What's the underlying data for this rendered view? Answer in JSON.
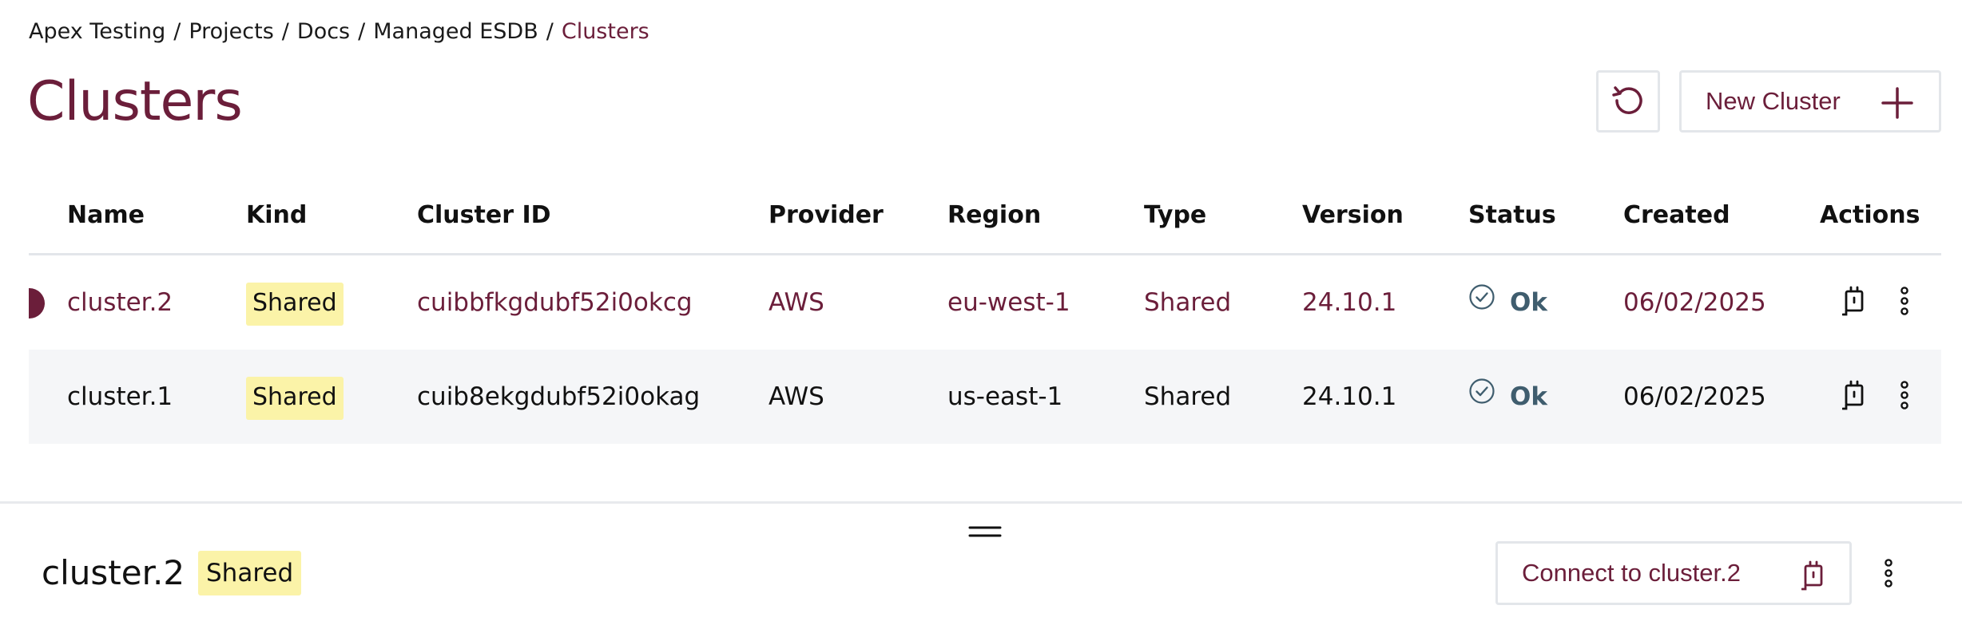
{
  "breadcrumb": {
    "items": [
      "Apex Testing",
      "Projects",
      "Docs",
      "Managed ESDB"
    ],
    "current": "Clusters",
    "separator": "/"
  },
  "header": {
    "title": "Clusters",
    "refresh_icon": "refresh-icon",
    "new_cluster_label": "New Cluster",
    "new_cluster_icon": "plus-icon"
  },
  "table": {
    "columns": [
      "Name",
      "Kind",
      "Cluster ID",
      "Provider",
      "Region",
      "Type",
      "Version",
      "Status",
      "Created",
      "Actions"
    ],
    "rows": [
      {
        "name": "cluster.2",
        "kind": "Shared",
        "cluster_id": "cuibbfkgdubf52i0okcg",
        "provider": "AWS",
        "region": "eu-west-1",
        "type": "Shared",
        "version": "24.10.1",
        "status": "Ok",
        "created": "06/02/2025",
        "selected": true
      },
      {
        "name": "cluster.1",
        "kind": "Shared",
        "cluster_id": "cuib8ekgdubf52i0okag",
        "provider": "AWS",
        "region": "us-east-1",
        "type": "Shared",
        "version": "24.10.1",
        "status": "Ok",
        "created": "06/02/2025",
        "selected": false
      }
    ]
  },
  "panel": {
    "title": "cluster.2",
    "badge": "Shared",
    "connect_label": "Connect to cluster.2"
  },
  "colors": {
    "accent": "#6b1e3a",
    "badge_bg": "#fbf3a8",
    "status": "#3f5d6e",
    "border": "#e3e6ea",
    "row_alt": "#f5f6f8"
  }
}
